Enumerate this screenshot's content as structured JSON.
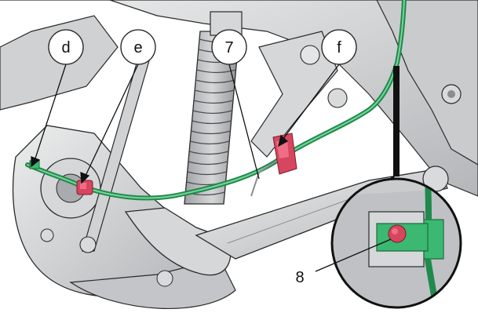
{
  "callouts": {
    "d": "d",
    "e": "e",
    "f": "f",
    "seven": "7",
    "eight": "8"
  },
  "colors": {
    "background": "#ffffff",
    "metal_light": "#d9dadc",
    "metal_mid": "#b8babd",
    "metal_dark": "#8b8d90",
    "outline": "#2a2a2a",
    "hose_green": "#2fae62",
    "hose_green_light": "#79d49a",
    "clip_red": "#d8455f",
    "clip_red_light": "#f06d86",
    "detail_green": "#3bb872"
  },
  "icons": {
    "callout_marker": "circle-label",
    "leader_line": "pointer-arrow",
    "detail_view": "magnifier-inset"
  }
}
